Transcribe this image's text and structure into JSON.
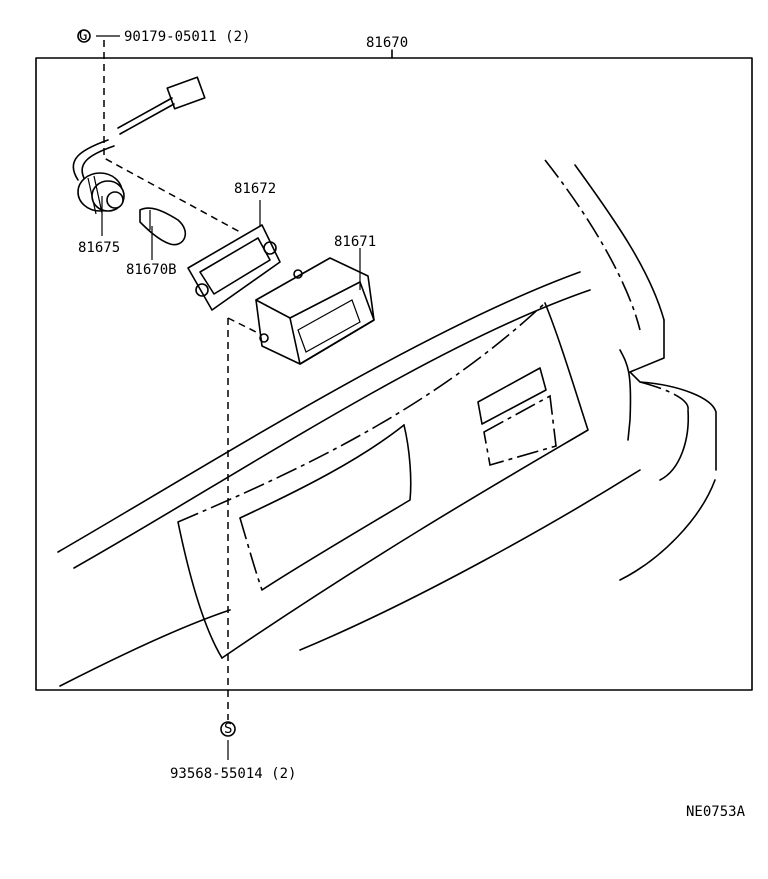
{
  "diagram": {
    "callouts": {
      "clip_part": "90179-05011 (2)",
      "assembly_part": "81670",
      "gasket_part": "81672",
      "lens_part": "81671",
      "socket_part": "81675",
      "bulb_part": "81670B",
      "screw_part": "93568-55014 (2)"
    },
    "fastener_glyphs": {
      "clip": "G",
      "screw": "S"
    },
    "drawing_code": "NE0753A"
  }
}
